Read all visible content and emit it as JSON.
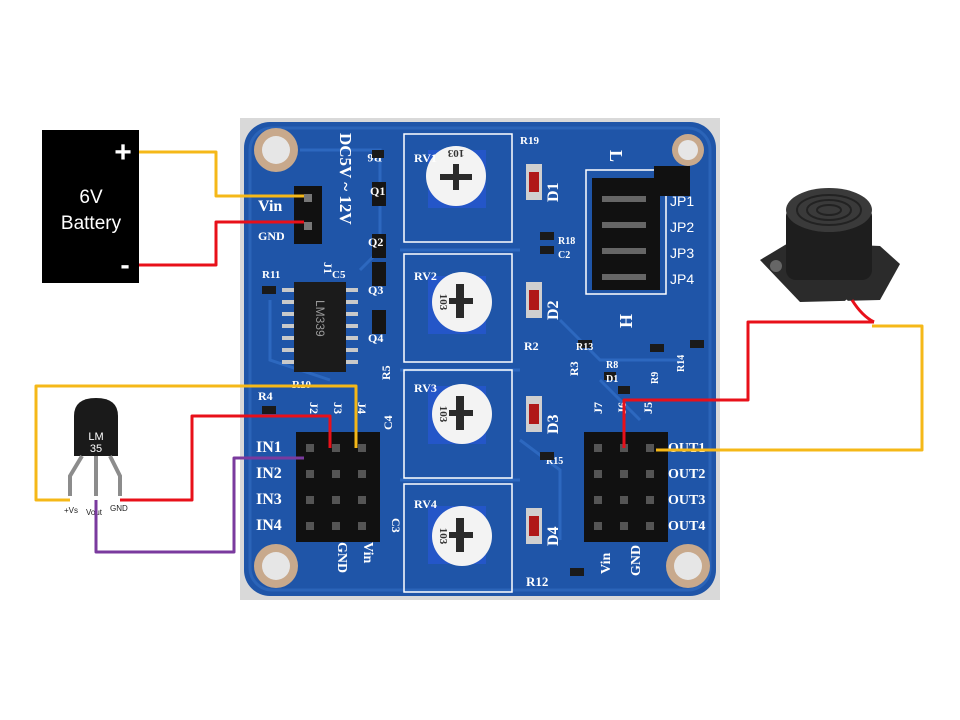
{
  "battery": {
    "plus": "+",
    "minus": "-",
    "voltage": "6V",
    "label": "Battery"
  },
  "sensor": {
    "label_top": "LM",
    "label_bottom": "35",
    "pin_vs": "+Vs",
    "pin_vout": "Vout",
    "pin_gnd": "GND"
  },
  "board": {
    "power_vin": "Vin",
    "power_gnd": "GND",
    "power_header": "J1",
    "dc_label": "DC5V ~ 12V",
    "inputs": [
      "IN1",
      "IN2",
      "IN3",
      "IN4"
    ],
    "outputs": [
      "OUT1",
      "OUT2",
      "OUT3",
      "OUT4"
    ],
    "jumpers": [
      "JP1",
      "JP2",
      "JP3",
      "JP4"
    ],
    "jumper_h": "H",
    "jumper_l": "L",
    "in_gnd": "GND",
    "in_vin": "Vin",
    "out_vin": "Vin",
    "out_gnd": "GND",
    "leds": [
      "D1",
      "D2",
      "D3",
      "D4"
    ],
    "pots": [
      "RV1",
      "RV2",
      "RV3",
      "RV4"
    ],
    "pot_marking": "103",
    "chip_line1": "LM339",
    "transistors": [
      "Q1",
      "Q2",
      "Q3",
      "Q4"
    ],
    "refs": {
      "r6": "R6",
      "r19": "R19",
      "r18": "R18",
      "r11": "R11",
      "c5": "C5",
      "r2": "R2",
      "r3": "R3",
      "r13": "R13",
      "r4": "R4",
      "r5": "R5",
      "j2": "J2",
      "j3": "J3",
      "j4": "J4",
      "c4": "C4",
      "c3": "C3",
      "r15": "R15",
      "r12": "R12",
      "j5": "J5",
      "j6": "J6",
      "j7": "J7",
      "r14": "R14",
      "r9": "R9",
      "r10": "R10",
      "c2": "C2",
      "d1": "D1",
      "r8": "R8"
    }
  },
  "wire_colors": {
    "yellow": "#f5b818",
    "red": "#e8101a",
    "purple": "#7a3a9e",
    "board": "#1f55a8",
    "board_dark": "#174587"
  }
}
